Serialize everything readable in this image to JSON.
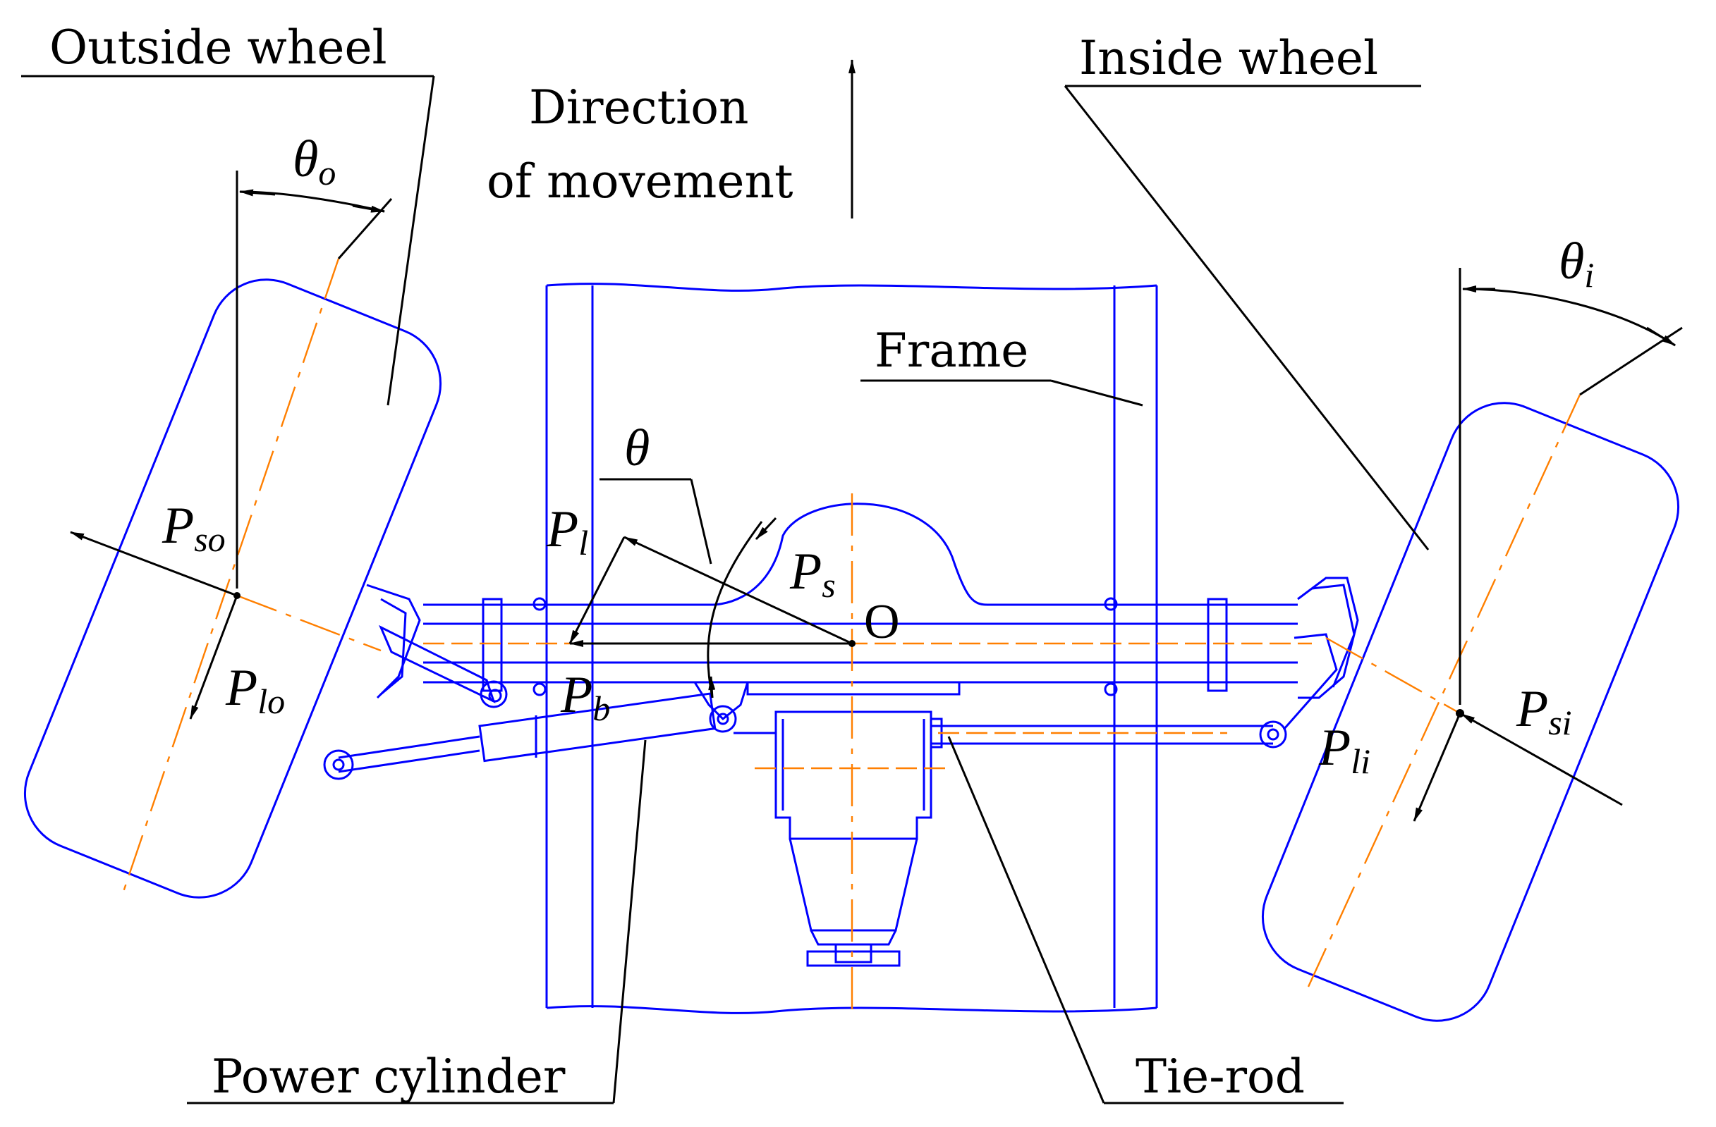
{
  "labels": {
    "outside_wheel": "Outside wheel",
    "inside_wheel": "Inside wheel",
    "direction_line1": "Direction",
    "direction_line2": "of movement",
    "frame": "Frame",
    "power_cylinder": "Power cylinder",
    "tie_rod": "Tie-rod",
    "center_point": "O"
  },
  "symbols": {
    "theta": "θ",
    "theta_o": {
      "base": "θ",
      "sub": "o"
    },
    "theta_i": {
      "base": "θ",
      "sub": "i"
    },
    "P_so": {
      "base": "P",
      "sub": "so"
    },
    "P_lo": {
      "base": "P",
      "sub": "lo"
    },
    "P_l": {
      "base": "P",
      "sub": "l"
    },
    "P_s": {
      "base": "P",
      "sub": "s"
    },
    "P_b": {
      "base": "P",
      "sub": "b"
    },
    "P_si": {
      "base": "P",
      "sub": "si"
    },
    "P_li": {
      "base": "P",
      "sub": "li"
    }
  },
  "colors": {
    "mechanism": "#0000ff",
    "centerlines": "#ff7f00",
    "annotations": "#000000"
  }
}
